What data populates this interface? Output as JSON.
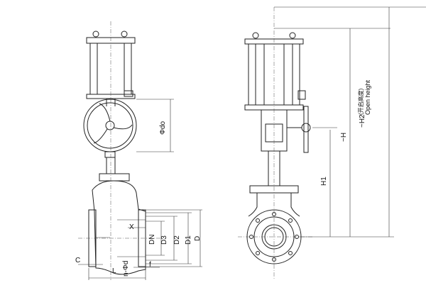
{
  "labels": {
    "phi_do": "Φdo",
    "x": "X",
    "dn": "DN",
    "d3": "D3",
    "d2": "D2",
    "d1": "D1",
    "d": "D",
    "c": "C",
    "l": "L",
    "n_phi_d": "n-Φd",
    "f": "f",
    "h1": "H1",
    "h": "~H",
    "h2": "~H2",
    "open_height_cn": "(开启高度)",
    "open_height": "Open height"
  }
}
